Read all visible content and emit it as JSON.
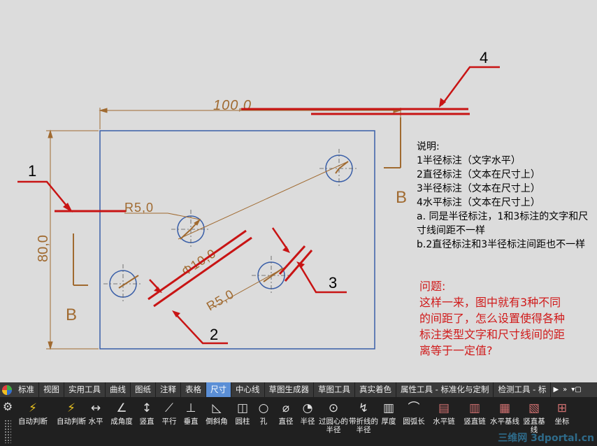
{
  "drawing": {
    "dim_top": "100,0",
    "dim_left": "80,0",
    "radius_label_1": "R5,0",
    "diameter_label": "Φ10,0",
    "radius_label_3": "R5,0",
    "datum_left": "B",
    "datum_right": "B",
    "callouts": [
      "1",
      "2",
      "3",
      "4"
    ]
  },
  "notes": {
    "title": "说明:",
    "lines": [
      "1半径标注（文字水平）",
      "2直径标注（文本在尺寸上）",
      "3半径标注（文本在尺寸上）",
      "4水平标注（文本在尺寸上）",
      "a. 同是半径标注，1和3标注的文字和尺寸线间距不一样",
      "b.2直径标注和3半径标注间距也不一样"
    ]
  },
  "question": {
    "title": "问题:",
    "body": "这样一来，图中就有3种不同的间距了，怎么设置使得各种标注类型文字和尺寸线间的距离等于一定值?"
  },
  "toolbar": {
    "tabs": [
      "标准",
      "视图",
      "实用工具",
      "曲线",
      "图纸",
      "注释",
      "表格",
      "尺寸",
      "中心线",
      "草图生成器",
      "草图工具",
      "真实着色",
      "属性工具 - 标准化与定制",
      "检测工具 - 标"
    ],
    "active_tab": "尺寸",
    "tools": [
      {
        "label": "自动判断",
        "icon": "auto-dim-icon"
      },
      {
        "label": "自动判断",
        "icon": "auto-dim-icon-2"
      },
      {
        "label": "水平",
        "icon": "horizontal-dim-icon"
      },
      {
        "label": "成角度",
        "icon": "angle-dim-icon"
      },
      {
        "label": "竖直",
        "icon": "vertical-dim-icon"
      },
      {
        "label": "平行",
        "icon": "parallel-dim-icon"
      },
      {
        "label": "垂直",
        "icon": "perpendicular-dim-icon"
      },
      {
        "label": "倒斜角",
        "icon": "chamfer-dim-icon"
      },
      {
        "label": "圆柱",
        "icon": "cylinder-dim-icon"
      },
      {
        "label": "孔",
        "icon": "hole-dim-icon"
      },
      {
        "label": "直径",
        "icon": "diameter-dim-icon"
      },
      {
        "label": "半径",
        "icon": "radius-dim-icon"
      },
      {
        "label": "过圆心的半径",
        "icon": "center-radius-dim-icon"
      },
      {
        "label": "带折线的半径",
        "icon": "folded-radius-dim-icon"
      },
      {
        "label": "厚度",
        "icon": "thickness-dim-icon"
      },
      {
        "label": "圆弧长",
        "icon": "arc-length-dim-icon"
      },
      {
        "label": "水平链",
        "icon": "horizontal-chain-icon"
      },
      {
        "label": "竖直链",
        "icon": "vertical-chain-icon"
      },
      {
        "label": "水平基线",
        "icon": "horizontal-baseline-icon"
      },
      {
        "label": "竖直基线",
        "icon": "vertical-baseline-icon"
      },
      {
        "label": "坐标",
        "icon": "ordinate-dim-icon"
      }
    ],
    "watermark": "三维网 3dportal.cn"
  }
}
